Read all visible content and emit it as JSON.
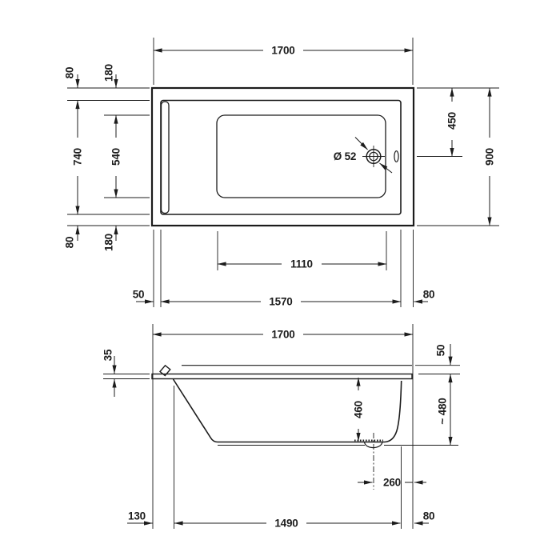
{
  "colors": {
    "line": "#1c1c1c",
    "background": "#ffffff"
  },
  "top_view": {
    "width": "1700",
    "rim_edge_top": "80",
    "basin_edge_top": "180",
    "rim_inner_width": "740",
    "basin_width": "540",
    "rim_edge_bottom": "80",
    "basin_edge_bottom": "180",
    "drain_from_edge": "450",
    "overall_depth": "900",
    "drain_diameter": "Ø 52",
    "basin_length": "1110",
    "rim_left": "50",
    "rim_inner_length": "1570",
    "rim_right": "80"
  },
  "side_view": {
    "length": "1700",
    "rim_thickness": "35",
    "rim_drop": "50",
    "inner_depth": "460",
    "overall_height": "~ 480",
    "drain_offset": "260",
    "front_offset": "130",
    "base_length": "1490",
    "back_offset": "80"
  }
}
